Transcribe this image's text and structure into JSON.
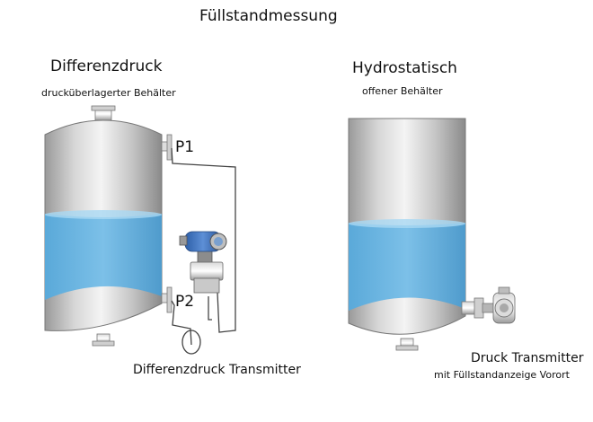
{
  "title": "Füllstandmessung",
  "left": {
    "heading": "Differenzdruck",
    "subtitle": "drucküberlagerter Behälter",
    "p1_label": "P1",
    "p2_label": "P2",
    "caption": "Differenzdruck Transmitter"
  },
  "right": {
    "heading": "Hydrostatisch",
    "subtitle": "offener Behälter",
    "caption": "Druck Transmitter",
    "caption_sub": "mit Füllstandanzeige Vorort"
  },
  "colors": {
    "liquid": "#5aa9d9",
    "liquid_light": "#8fcbee",
    "steel_dark": "#8f8f8f",
    "steel_light": "#f2f2f2",
    "transmitter_blue": "#3f6fb5"
  }
}
